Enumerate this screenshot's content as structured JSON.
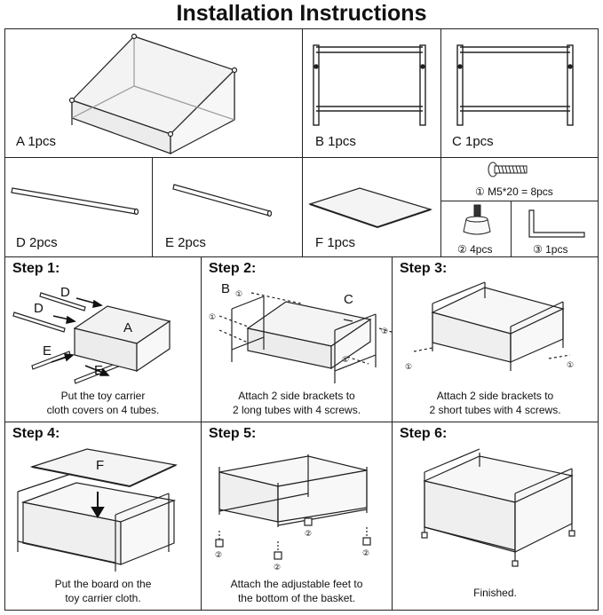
{
  "title": "Installation Instructions",
  "parts": {
    "a": "A  1pcs",
    "b": "B  1pcs",
    "c": "C  1pcs",
    "d": "D  2pcs",
    "e": "E  2pcs",
    "f": "F  1pcs",
    "screw": "① M5*20 = 8pcs",
    "feet": "② 4pcs",
    "wrench": "③ 1pcs"
  },
  "steps": [
    {
      "title": "Step 1:",
      "caption_1": "Put the toy carrier",
      "caption_2": "cloth covers on 4 tubes.",
      "labels": {
        "d": "D",
        "a": "A",
        "e": "E"
      }
    },
    {
      "title": "Step 2:",
      "caption_1": "Attach 2 side brackets to",
      "caption_2": "2 long tubes with 4 screws.",
      "labels": {
        "b": "B",
        "c": "C",
        "screw": "①"
      }
    },
    {
      "title": "Step 3:",
      "caption_1": "Attach 2 side brackets to",
      "caption_2": "2 short tubes with 4 screws.",
      "labels": {
        "screw": "①"
      }
    },
    {
      "title": "Step 4:",
      "caption_1": "Put the board on the",
      "caption_2": "toy carrier cloth.",
      "labels": {
        "f": "F"
      }
    },
    {
      "title": "Step 5:",
      "caption_1": "Attach the adjustable feet to",
      "caption_2": "the bottom of the basket.",
      "labels": {
        "feet": "②"
      }
    },
    {
      "title": "Step 6:",
      "caption_1": "Finished.",
      "caption_2": ""
    }
  ]
}
